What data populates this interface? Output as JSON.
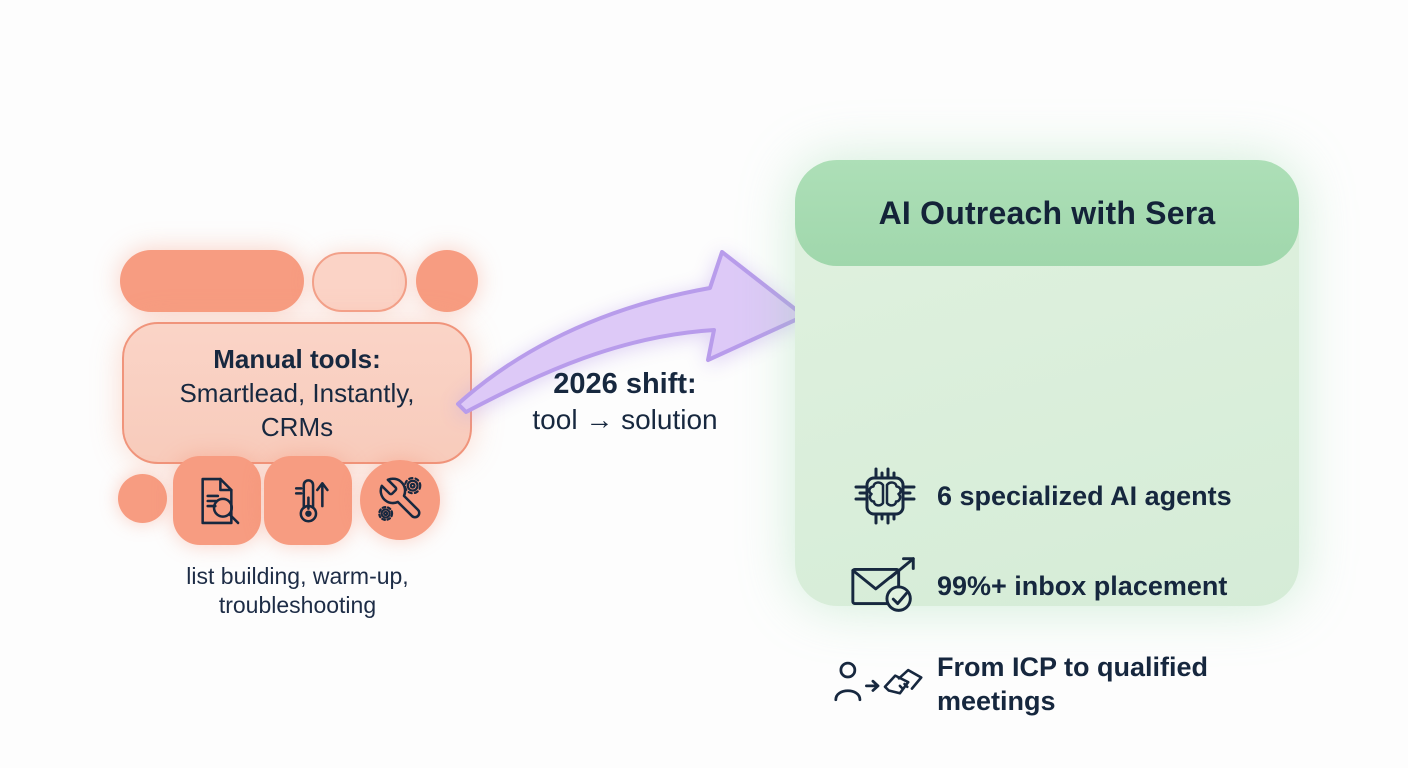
{
  "left_panel": {
    "card_title": "Manual tools:",
    "card_line2": "Smartlead, Instantly,",
    "card_line3": "CRMs",
    "caption_line1": "list building, warm-up,",
    "caption_line2": "troubleshooting",
    "tool_icons": [
      "document-search-icon",
      "thermometer-up-icon",
      "wrench-gears-icon"
    ]
  },
  "transition": {
    "label_line1": "2026 shift:",
    "label_line2": "tool → solution",
    "arrow_icon": "curved-right-arrow"
  },
  "right_panel": {
    "title": "AI Outreach with Sera",
    "items": [
      {
        "icon": "ai-chip-brain-icon",
        "label": "6 specialized AI agents"
      },
      {
        "icon": "email-delivered-icon",
        "label": "99%+ inbox placement"
      },
      {
        "icon": "person-to-handshake-icon",
        "label": "From ICP to qualified meetings"
      }
    ]
  },
  "colors": {
    "salmon": "#f79c81",
    "salmon-light": "#fbd3c6",
    "salmon-card": "#f9cfc0",
    "salmon-border": "#f0947b",
    "green-header": "#a8dcb3",
    "green-body": "#e0f1df",
    "purple-fill": "#ddc9f7",
    "purple-stroke": "#b89ceb",
    "ink": "#17283f"
  }
}
